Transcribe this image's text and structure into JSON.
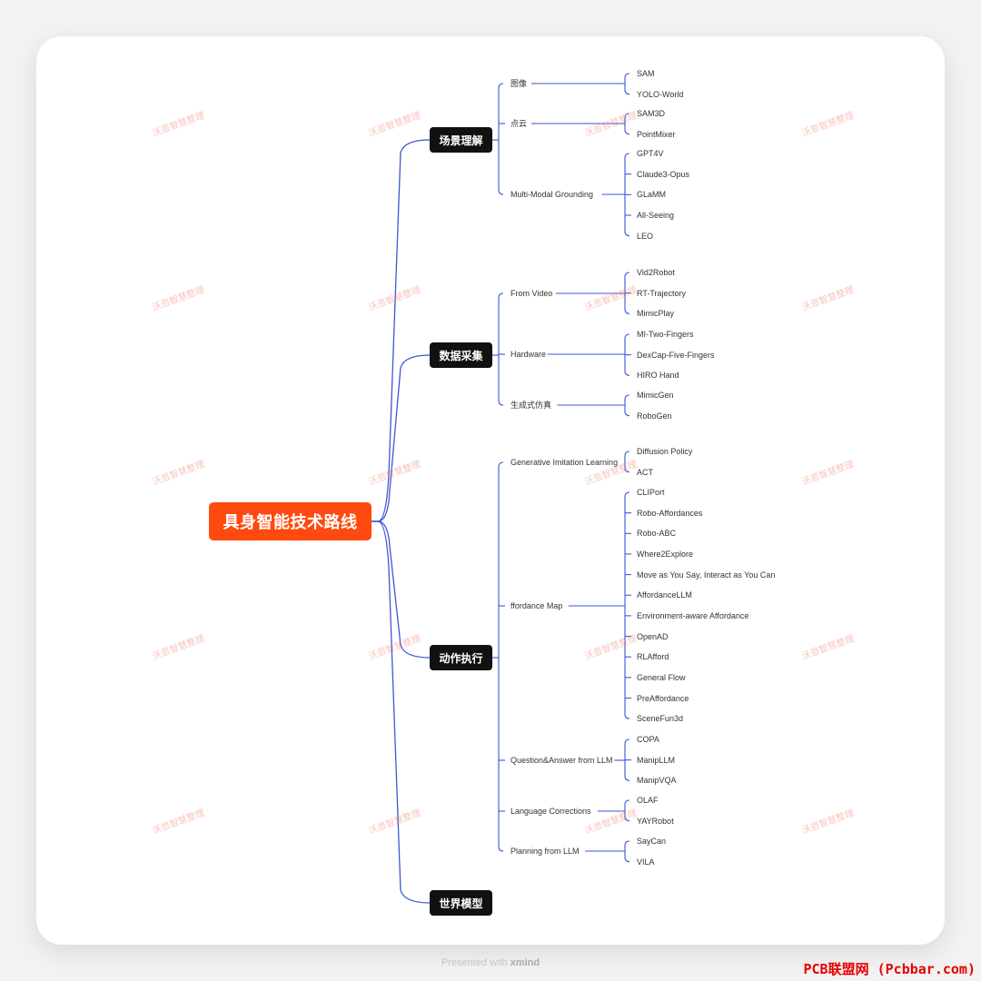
{
  "root": "具身智能技术路线",
  "branches": [
    {
      "label": "场景理解",
      "children": [
        {
          "label": "图像",
          "children": [
            "SAM",
            "YOLO-World"
          ]
        },
        {
          "label": "点云",
          "children": [
            "SAM3D",
            "PointMixer"
          ]
        },
        {
          "label": "Multi-Modal Grounding",
          "children": [
            "GPT4V",
            "Claude3-Opus",
            "GLaMM",
            "All-Seeing",
            "LEO"
          ]
        }
      ]
    },
    {
      "label": "数据采集",
      "children": [
        {
          "label": "From Video",
          "children": [
            "Vid2Robot",
            "RT-Trajectory",
            "MimicPlay"
          ]
        },
        {
          "label": "Hardware",
          "children": [
            "MI-Two-Fingers",
            "DexCap-Five-Fingers",
            "HIRO Hand"
          ]
        },
        {
          "label": "生成式仿真",
          "children": [
            "MimicGen",
            "RoboGen"
          ]
        }
      ]
    },
    {
      "label": "动作执行",
      "children": [
        {
          "label": "Generative Imitation Learning",
          "children": [
            "Diffusion Policy",
            "ACT"
          ]
        },
        {
          "label": "ffordance Map",
          "children": [
            "CLIPort",
            "Robo-Affordances",
            "Robo-ABC",
            "Where2Explore",
            "Move as You Say, Interact as You Can",
            "AffordanceLLM",
            "Environment-aware Affordance",
            "OpenAD",
            "RLAfford",
            "General Flow",
            "PreAffordance",
            "SceneFun3d"
          ]
        },
        {
          "label": "Question&Answer from LLM",
          "children": [
            "COPA",
            "ManipLLM",
            "ManipVQA"
          ]
        },
        {
          "label": "Language Corrections",
          "children": [
            "OLAF",
            "YAYRobot"
          ]
        },
        {
          "label": "Planning from LLM",
          "children": [
            "SayCan",
            "VILA"
          ]
        }
      ]
    },
    {
      "label": "世界模型",
      "children": []
    }
  ],
  "watermark": "沃恩智慧整理",
  "footer": {
    "prefix": "Presented with",
    "brand": "xmind"
  },
  "corner_mark": "PCB联盟网 (Pcbbar.com)",
  "colors": {
    "root_bg": "#ff4a0f",
    "main_bg": "#111111",
    "line": "#3d56d6",
    "card": "#ffffff"
  }
}
